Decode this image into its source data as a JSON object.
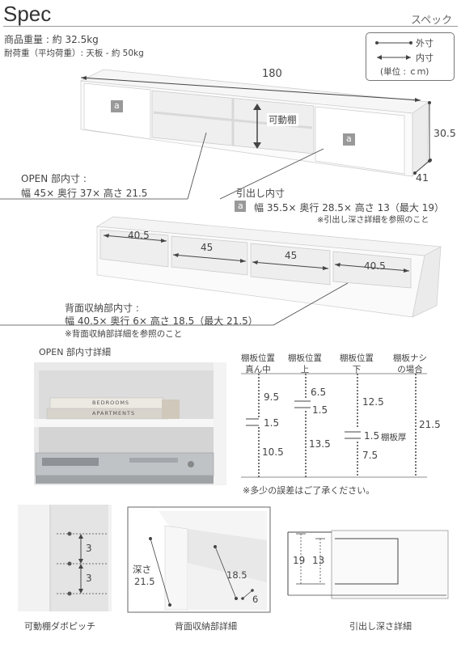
{
  "header": {
    "title": "Spec",
    "subtitle": "スペック"
  },
  "weight": {
    "line1": "商品重量 : 約 32.5kg",
    "line2": "耐荷重（平均荷重）: 天板 - 約 50kg"
  },
  "legend": {
    "outer": "外寸",
    "inner": "内寸",
    "unit": "(単位 : ｃｍ)"
  },
  "dims": {
    "width": "180",
    "height": "30.5",
    "depth": "41",
    "movable": "可動棚",
    "drawer_marker": "a"
  },
  "open_inner": {
    "title": "OPEN 部内寸 :",
    "values": "幅 45× 奥行 37× 高さ 21.5"
  },
  "drawer_inner": {
    "title": "引出し内寸",
    "marker": "a",
    "values": "幅 35.5× 奥行 28.5× 高さ 13（最大 19）",
    "note": "※引出し深さ詳細を参照のこと"
  },
  "back_dims": {
    "left": "40.5",
    "mid1": "45",
    "mid2": "45",
    "right": "40.5"
  },
  "back_inner": {
    "title": "背面収納部内寸 :",
    "values": "幅 40.5× 奥行 6× 高さ 18.5（最大 21.5）",
    "note": "※背面収納部詳細を参照のこと"
  },
  "open_detail": {
    "title": "OPEN 部内寸詳細",
    "book1": "BEDROOMS",
    "book2": "APARTMENTS"
  },
  "shelf_table": {
    "headers": [
      {
        "line1": "棚板位置",
        "line2": "真ん中"
      },
      {
        "line1": "棚板位置",
        "line2": "上"
      },
      {
        "line1": "棚板位置",
        "line2": "下"
      },
      {
        "line1": "棚板ナシ",
        "line2": "の場合"
      }
    ],
    "col1": {
      "top": "9.5",
      "mid": "1.5",
      "bottom": "10.5"
    },
    "col2": {
      "top": "6.5",
      "mid": "1.5",
      "bottom": "13.5"
    },
    "col3": {
      "top": "12.5",
      "mid": "1.5",
      "mid_label": "棚板厚",
      "bottom": "7.5"
    },
    "col4": {
      "total": "21.5"
    },
    "note": "※多少の誤差はご了承ください。"
  },
  "pitch": {
    "a": "3",
    "b": "3",
    "caption": "可動棚ダボピッチ"
  },
  "back_detail": {
    "depth_label": "深さ",
    "depth": "21.5",
    "height": "18.5",
    "thickness": "6",
    "caption": "背面収納部詳細"
  },
  "drawer_depth": {
    "outer": "19",
    "inner": "13",
    "caption": "引出し深さ詳細"
  }
}
